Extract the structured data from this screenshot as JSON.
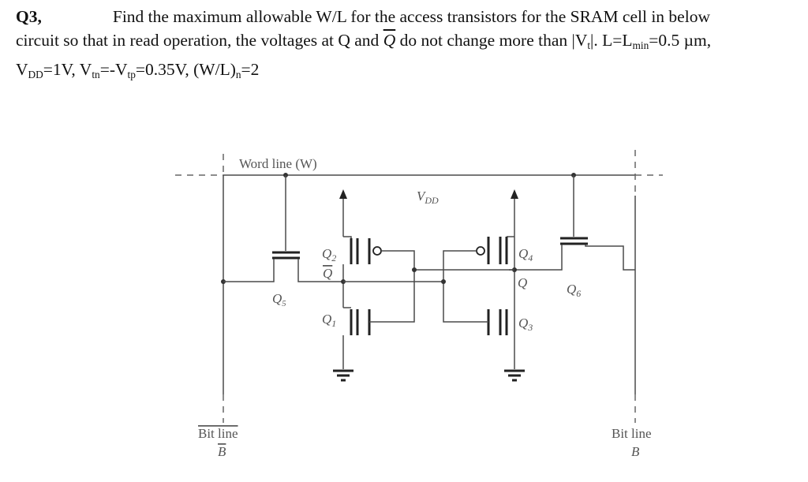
{
  "question": {
    "number": "Q3,",
    "line1": "Find the maximum allowable W/L for the access transistors for the SRAM cell in below",
    "line2_a": "circuit so that in read operation, the voltages at Q and ",
    "line2_qbar": "Q",
    "line2_b": " do not change more than |V",
    "line2_sub_t": "t",
    "line2_c": "|. L=L",
    "line2_sub_min": "min",
    "line2_d": "=0.5 µm,",
    "line3_a": "V",
    "line3_sub_dd": "DD",
    "line3_b": "=1V, V",
    "line3_sub_tn": "tn",
    "line3_c": "=-V",
    "line3_sub_tp": "tp",
    "line3_d": "=0.35V,   (W/L)",
    "line3_sub_n": "n",
    "line3_e": "=2"
  },
  "diagram": {
    "word_line_label": "Word line (W)",
    "vdd_label": "V",
    "vdd_sub": "DD",
    "q1": {
      "base": "Q",
      "sub": "1"
    },
    "q2": {
      "base": "Q",
      "sub": "2"
    },
    "q3": {
      "base": "Q",
      "sub": "3"
    },
    "q4": {
      "base": "Q",
      "sub": "4"
    },
    "q5": {
      "base": "Q",
      "sub": "5"
    },
    "q6": {
      "base": "Q",
      "sub": "6"
    },
    "qbar_node": "Q",
    "q_node": "Q",
    "bitline_left": "Bit line",
    "bitline_left_sym": "B",
    "bitline_right": "Bit line",
    "bitline_right_sym": "B"
  }
}
